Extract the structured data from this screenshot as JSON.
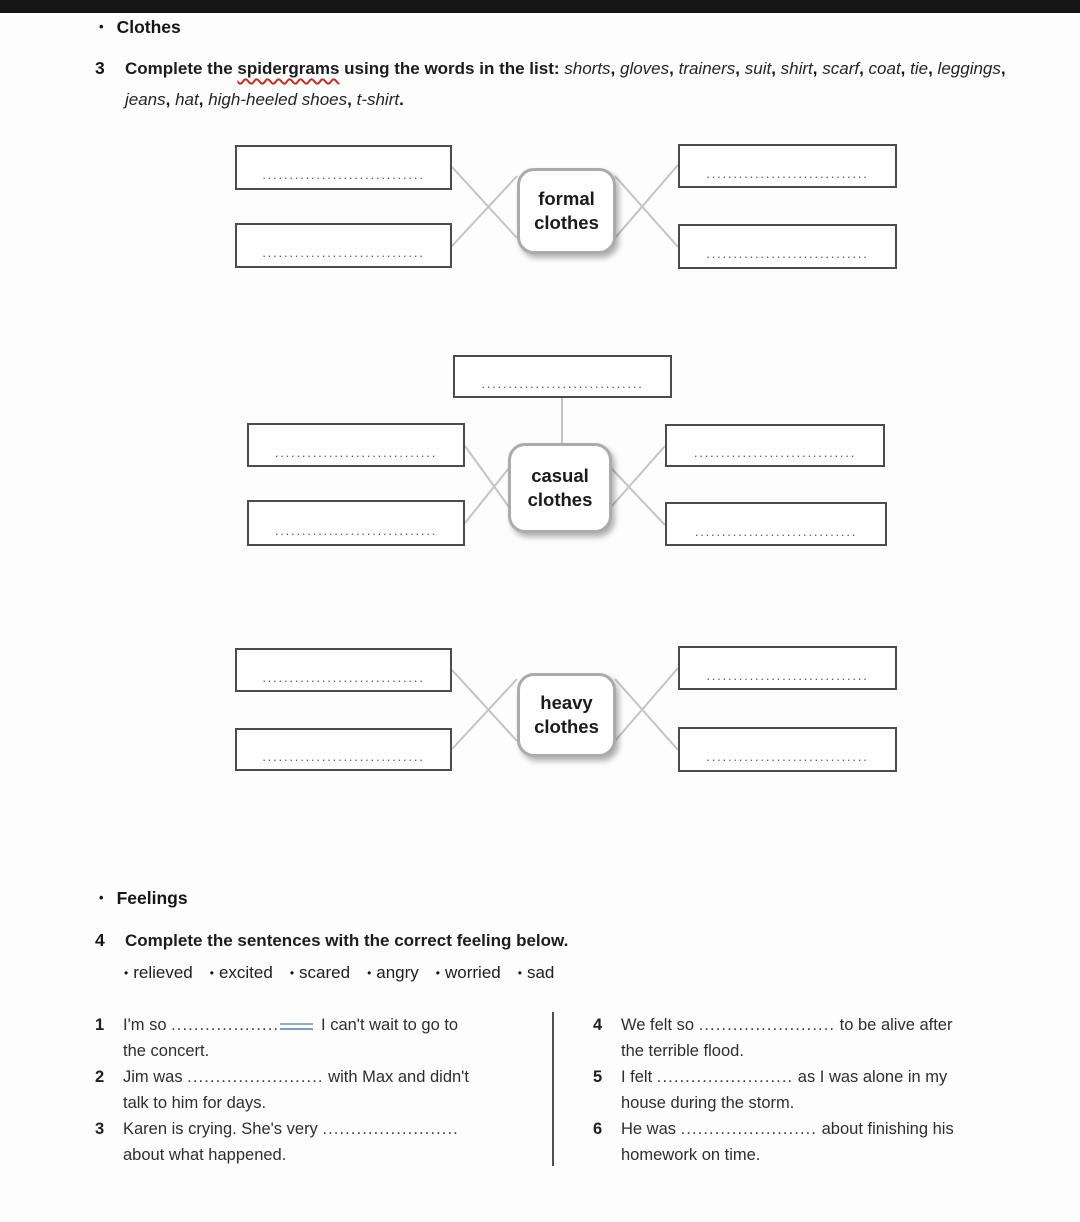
{
  "clothes": {
    "section_label": "Clothes",
    "exercise_number": "3",
    "instruction": {
      "bold_prefix": "Complete the ",
      "misspelled_word": "spidergrams",
      "bold_suffix": " using the words in the list:",
      "separator": ", ",
      "terminator": "."
    },
    "words": [
      "shorts",
      "gloves",
      "trainers",
      "suit",
      "shirt",
      "scarf",
      "coat",
      "tie",
      "leggings",
      "jeans",
      "hat",
      "high-heeled shoes",
      "t-shirt"
    ],
    "answer_dots": "..............................",
    "spidergrams": [
      {
        "name": "formal clothes",
        "label_lines": [
          "formal",
          "clothes"
        ]
      },
      {
        "name": "casual clothes",
        "label_lines": [
          "casual",
          "clothes"
        ]
      },
      {
        "name": "heavy clothes",
        "label_lines": [
          "heavy",
          "clothes"
        ]
      }
    ]
  },
  "feelings": {
    "section_label": "Feelings",
    "exercise_number": "4",
    "instruction": "Complete the sentences with the correct feeling below.",
    "option_bullet": "•",
    "options": [
      "relieved",
      "excited",
      "scared",
      "angry",
      "worried",
      "sad"
    ],
    "sentences": {
      "left": [
        {
          "num": "1",
          "line1_pre": "I'm so ",
          "blank_dots": ".....................",
          "has_grammar_mark": true,
          "line1_post": " I can't wait to go to",
          "line2": "the concert."
        },
        {
          "num": "2",
          "line1_pre": "Jim was ",
          "blank_dots": "........................",
          "has_grammar_mark": false,
          "line1_post": " with Max and didn't",
          "line2": "talk to him for days."
        },
        {
          "num": "3",
          "line1_pre": "Karen is crying. She's very ",
          "blank_dots": "........................",
          "has_grammar_mark": false,
          "line1_post": "",
          "line2": "about what happened."
        }
      ],
      "right": [
        {
          "num": "4",
          "line1_pre": "We felt so ",
          "blank_dots": "........................",
          "has_grammar_mark": false,
          "line1_post": " to be alive after",
          "line2": "the terrible flood."
        },
        {
          "num": "5",
          "line1_pre": "I felt ",
          "blank_dots": "........................",
          "has_grammar_mark": false,
          "line1_post": " as I was alone in my",
          "line2": "house during the storm."
        },
        {
          "num": "6",
          "line1_pre": "He was ",
          "blank_dots": "........................",
          "has_grammar_mark": false,
          "line1_post": " about finishing his",
          "line2": "homework on time."
        }
      ]
    }
  }
}
